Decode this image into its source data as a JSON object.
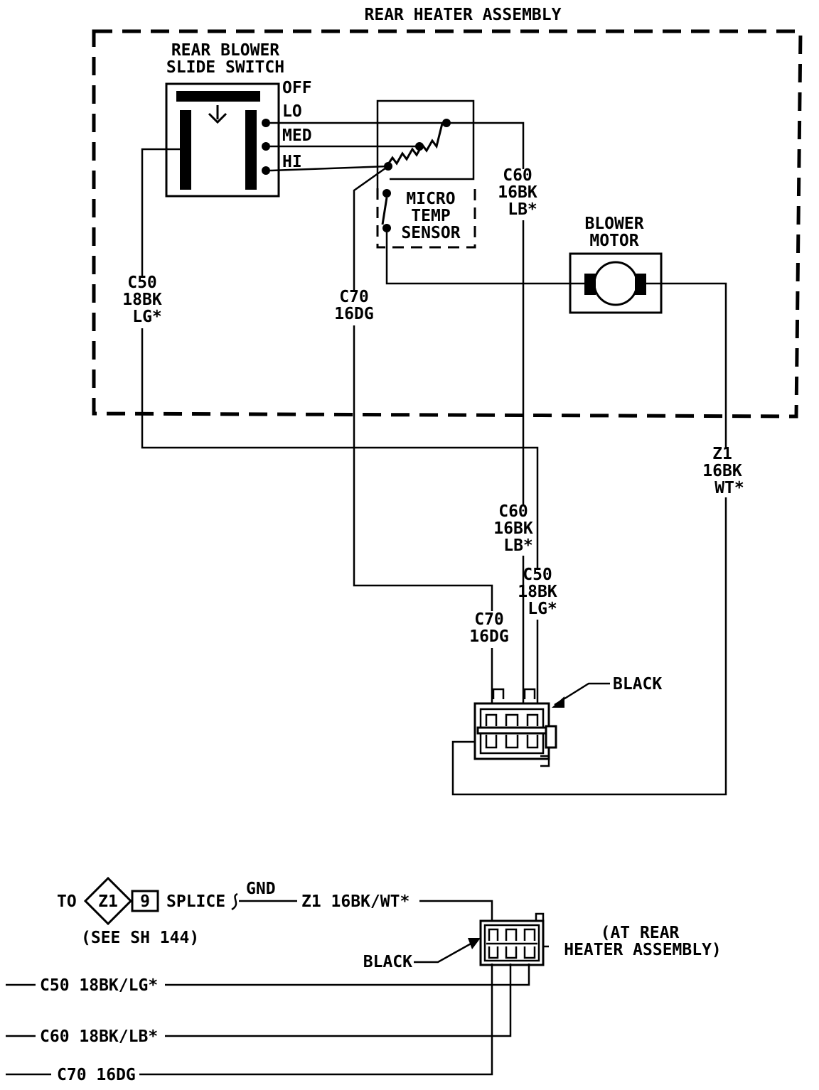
{
  "title": "REAR HEATER ASSEMBLY",
  "components": {
    "switch": {
      "line1": "REAR BLOWER",
      "line2": "SLIDE SWITCH",
      "positions": [
        "OFF",
        "LO",
        "MED",
        "HI"
      ]
    },
    "sensor": {
      "line1": "MICRO",
      "line2": "TEMP",
      "line3": "SENSOR"
    },
    "motor": {
      "line1": "BLOWER",
      "line2": "MOTOR"
    }
  },
  "wires": {
    "c60_upper": {
      "circuit": "C60",
      "gauge": "16BK",
      "tracer": "LB*"
    },
    "c50_upper": {
      "circuit": "C50",
      "gauge": "18BK",
      "tracer": "LG*"
    },
    "c70_upper": {
      "circuit": "C70",
      "gauge": "16DG"
    },
    "z1_right": {
      "circuit": "Z1",
      "gauge": "16BK",
      "tracer": "WT*"
    },
    "c60_lower": {
      "circuit": "C60",
      "gauge": "16BK",
      "tracer": "LB*"
    },
    "c50_lower": {
      "circuit": "C50",
      "gauge": "18BK",
      "tracer": "LG*"
    },
    "c70_lower": {
      "circuit": "C70",
      "gauge": "16DG"
    }
  },
  "connector_upper": {
    "color": "BLACK"
  },
  "bottom": {
    "to": "TO",
    "splice_id": "Z1",
    "splice_num": "9",
    "splice": "SPLICE",
    "see": "(SEE SH 144)",
    "gnd": "GND",
    "z1_wire": "Z1 16BK/WT*",
    "connector_color": "BLACK",
    "location_line1": "(AT REAR",
    "location_line2": "HEATER ASSEMBLY)",
    "c50": "C50 18BK/LG*",
    "c60": "C60 18BK/LB*",
    "c70": "C70 16DG"
  }
}
